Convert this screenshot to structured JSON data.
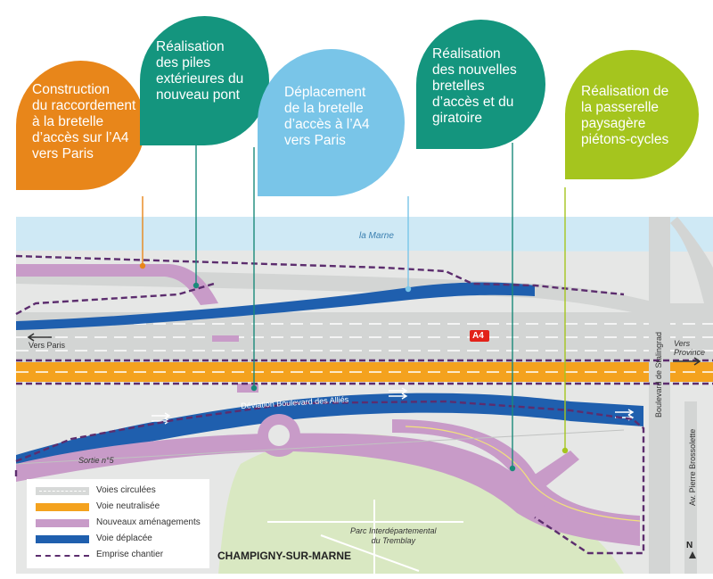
{
  "callouts": [
    {
      "text": [
        "Construction",
        "du raccordement",
        "à la bretelle",
        "d’accès sur l’A4",
        "vers Paris"
      ],
      "color": "#e8861a"
    },
    {
      "text": [
        "Réalisation",
        "des piles",
        "extérieures du",
        "nouveau pont"
      ],
      "color": "#14957e"
    },
    {
      "text": [
        "Déplacement",
        "de la bretelle",
        "d’accès à l’A4",
        "vers Paris"
      ],
      "color": "#79c5e8"
    },
    {
      "text": [
        "Réalisation",
        "des nouvelles",
        "bretelles",
        "d’accès et du",
        "giratoire"
      ],
      "color": "#14957e"
    },
    {
      "text": [
        "Réalisation de",
        "la passerelle",
        "paysagère",
        "piétons-cycles"
      ],
      "color": "#a5c51e"
    }
  ],
  "map_labels": {
    "river": "la Marne",
    "vers_paris": "Vers Paris",
    "a4": "A4",
    "vers_province": "Vers\nProvince",
    "deviation": "Déviation Boulevard des Alliés",
    "sortie": "Sortie n°5",
    "boulevard_stalingrad": "Boulevard de Stalingrad",
    "av_brossolette": "Av. Pierre Brossolette",
    "parc": "Parc Interdépartemental\ndu Tremblay",
    "city": "CHAMPIGNY-SUR-MARNE",
    "north": "N"
  },
  "legend": [
    {
      "label": "Voies circulées",
      "color": "#d7d9d8"
    },
    {
      "label": "Voie neutralisée",
      "color": "#f4a21e"
    },
    {
      "label": "Nouveaux aménagements",
      "color": "#c89bc8"
    },
    {
      "label": "Voie déplacée",
      "color": "#1f5fae"
    },
    {
      "label": "Emprise chantier",
      "color": "#5c2d6e"
    }
  ],
  "colors": {
    "river": "#cfe9f5",
    "land": "#e6e7e6",
    "park": "#d9e8c2",
    "road": "#d3d5d4",
    "a4_badge": "#e2231a"
  }
}
